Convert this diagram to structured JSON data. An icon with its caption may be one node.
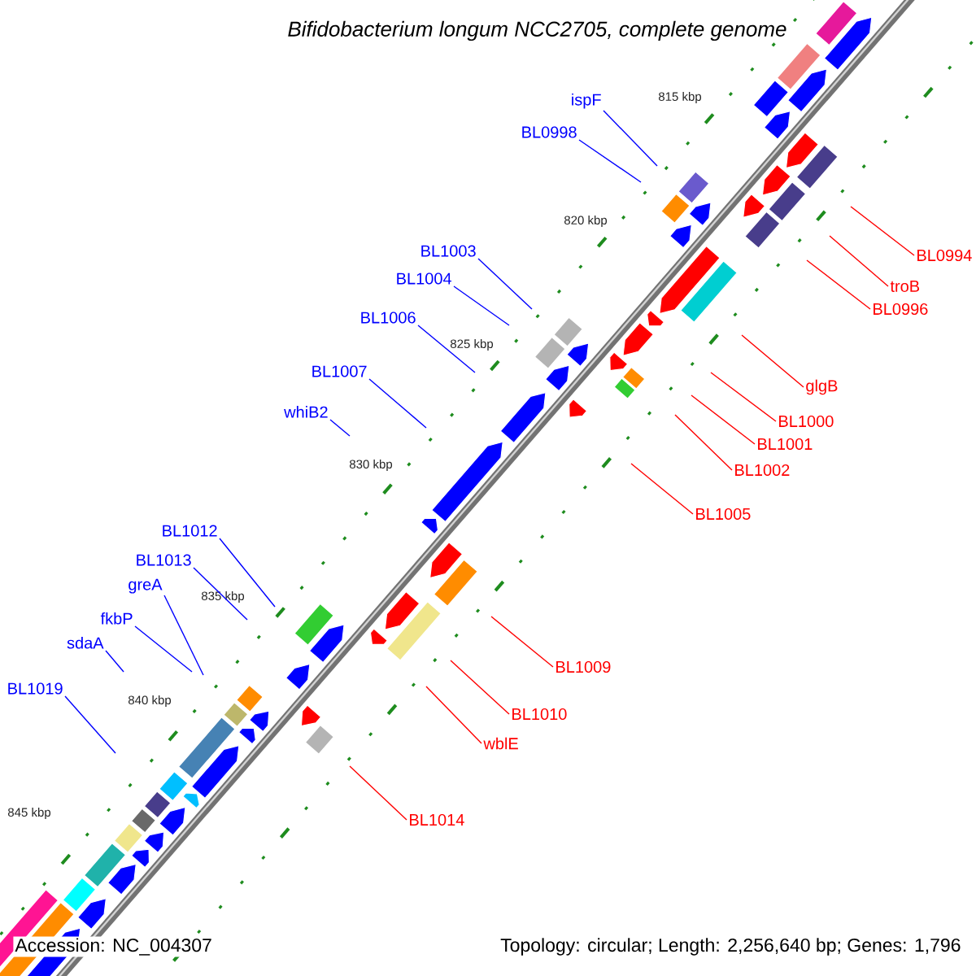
{
  "diagram": {
    "title": "Bifidobacterium longum NCC2705, complete genome",
    "nodes": [
      {
        "text": [
          "ispF"
        ]
      },
      {
        "text": [
          "BL0998"
        ]
      },
      {
        "text": [
          "BL1003"
        ]
      },
      {
        "text": [
          "BL1004"
        ]
      },
      {
        "text": [
          "BL1006"
        ]
      },
      {
        "text": [
          "BL1007"
        ]
      },
      {
        "text": [
          "whiB2"
        ]
      },
      {
        "text": [
          "BL1012"
        ]
      },
      {
        "text": [
          "BL1013"
        ]
      },
      {
        "text": [
          "greA"
        ]
      },
      {
        "text": [
          "fkbP"
        ]
      },
      {
        "text": [
          "sdaA"
        ]
      },
      {
        "text": [
          "BL1019"
        ]
      },
      {
        "text": [
          "BL0994"
        ]
      },
      {
        "text": [
          "troB"
        ]
      },
      {
        "text": [
          "BL0996"
        ]
      },
      {
        "text": [
          "glgB"
        ]
      },
      {
        "text": [
          "BL1000"
        ]
      },
      {
        "text": [
          "BL1001"
        ]
      },
      {
        "text": [
          "BL1002"
        ]
      },
      {
        "text": [
          "BL1005"
        ]
      },
      {
        "text": [
          "BL1009"
        ]
      },
      {
        "text": [
          "BL1010"
        ]
      },
      {
        "text": [
          "wblE"
        ]
      },
      {
        "text": [
          "BL1014"
        ]
      }
    ],
    "edges": [
      {
        "from": 0,
        "to": null,
        "arrow": "none"
      },
      {
        "from": 1,
        "to": null,
        "arrow": "none"
      },
      {
        "from": 2,
        "to": null,
        "arrow": "none"
      },
      {
        "from": 3,
        "to": null,
        "arrow": "none"
      },
      {
        "from": 4,
        "to": null,
        "arrow": "none"
      },
      {
        "from": 5,
        "to": null,
        "arrow": "none"
      },
      {
        "from": 6,
        "to": null,
        "arrow": "none"
      },
      {
        "from": 7,
        "to": null,
        "arrow": "none"
      },
      {
        "from": 8,
        "to": null,
        "arrow": "none"
      },
      {
        "from": 9,
        "to": null,
        "arrow": "none"
      },
      {
        "from": 10,
        "to": null,
        "arrow": "none"
      },
      {
        "from": 11,
        "to": null,
        "arrow": "none"
      },
      {
        "from": 12,
        "to": null,
        "arrow": "none"
      },
      {
        "from": 13,
        "to": null,
        "arrow": "none",
        "color": "#ff0000"
      },
      {
        "from": 14,
        "to": null,
        "arrow": "none",
        "color": "#ff0000"
      },
      {
        "from": 15,
        "to": null,
        "arrow": "none",
        "color": "#ff0000"
      },
      {
        "from": 16,
        "to": null,
        "arrow": "none",
        "color": "#ff0000"
      },
      {
        "from": 17,
        "to": null,
        "arrow": "none",
        "color": "#ff0000"
      },
      {
        "from": 18,
        "to": null,
        "arrow": "none",
        "color": "#ff0000"
      },
      {
        "from": 19,
        "to": null,
        "arrow": "none",
        "color": "#ff0000"
      },
      {
        "from": 20,
        "to": null,
        "arrow": "none",
        "color": "#ff0000"
      },
      {
        "from": 21,
        "to": null,
        "arrow": "none",
        "color": "#ff0000"
      },
      {
        "from": 22,
        "to": null,
        "arrow": "none",
        "color": "#ff0000"
      },
      {
        "from": 23,
        "to": null,
        "arrow": "none",
        "color": "#ff0000"
      },
      {
        "from": 24,
        "to": null,
        "arrow": "none",
        "color": "#ff0000"
      }
    ],
    "labels": [
      "815 kbp",
      "820 kbp",
      "825 kbp",
      "830 kbp",
      "835 kbp",
      "840 kbp",
      "845 kbp",
      "Accession: NC_004307",
      "Topology: circular; Length: 2,256,640 bp; Genes: 1,796"
    ]
  }
}
